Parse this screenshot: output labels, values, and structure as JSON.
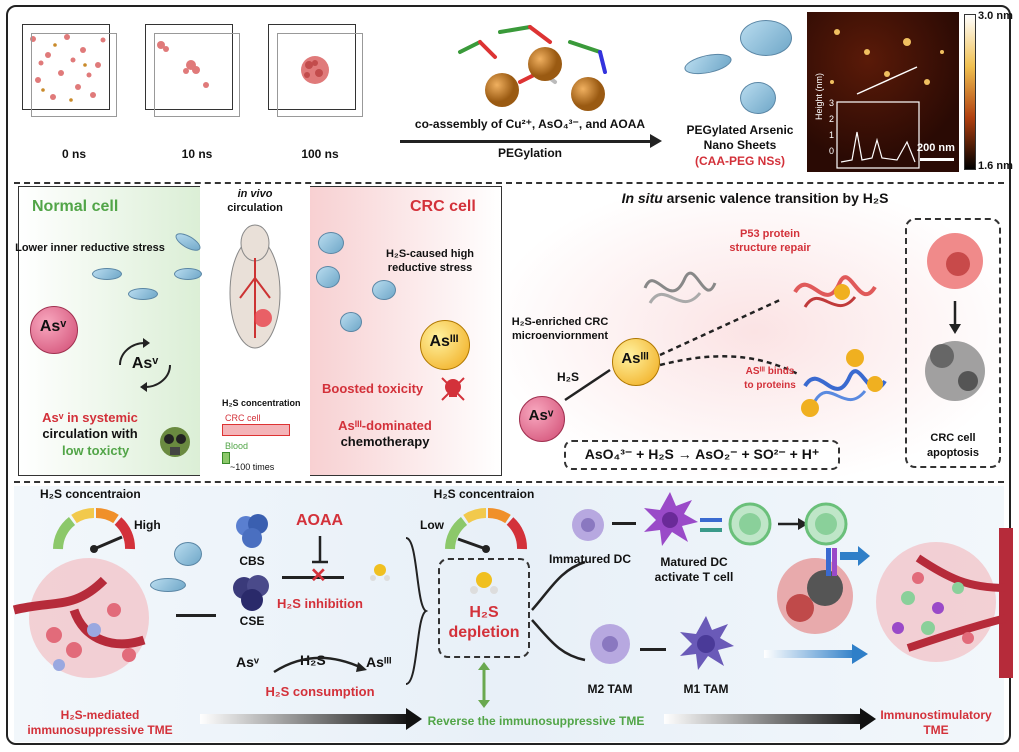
{
  "top": {
    "sim_labels": [
      "0 ns",
      "10 ns",
      "100 ns"
    ],
    "coassembly": "co-assembly of Cu²⁺, AsO₄³⁻, and AOAA",
    "pegylation": "PEGylation",
    "product_line1": "PEGylated Arsenic",
    "product_line2": "Nano Sheets",
    "product_abbr": "(CAA-PEG NSs)",
    "afm_scale_top": "3.0 nm",
    "afm_scale_bottom": "1.6 nm",
    "afm_bar": "200 nm",
    "afm_yaxis": "Height (nm)",
    "afm_ticks": [
      "3",
      "2",
      "1",
      "0"
    ]
  },
  "middle": {
    "normal_title": "Normal cell",
    "normal_stress": "Lower inner reductive stress",
    "asv": "Asᵛ",
    "asv_systemic_1": "Asᵛ in systemic",
    "asv_systemic_2": "circulation with",
    "low_toxicity": "low toxicty",
    "invivo_1": "in vivo",
    "invivo_2": "circulation",
    "h2s_conc": "H₂S concentration",
    "crc_bar": "CRC cell",
    "blood_bar": "Blood",
    "times": "~100 times",
    "crc_title": "CRC cell",
    "crc_stress_1": "H₂S-caused high",
    "crc_stress_2": "reductive stress",
    "asiii": "Asᴵᴵᴵ",
    "boosted": "Boosted toxicity",
    "chemo_1": "Asᴵᴵᴵ-dominated",
    "chemo_2": "chemotherapy",
    "insitu_title_italic": "In situ",
    "insitu_title_rest": " arsenic valence transition by H₂S",
    "h2s_env_1": "H₂S-enriched CRC",
    "h2s_env_2": "microenviornment",
    "h2s": "H₂S",
    "p53_1": "P53 protein",
    "p53_2": "structure repair",
    "asiii_binds_1": "ASᴵᴵᴵ binds",
    "asiii_binds_2": "to proteins",
    "equation": "AsO₄³⁻ + H₂S → AsO₂⁻ + SO²⁻ + H⁺",
    "apoptosis_1": "CRC cell",
    "apoptosis_2": "apoptosis",
    "as_small": "Asᴵᴵᴵ"
  },
  "bottom": {
    "h2s_conc_left": "H₂S concentraion",
    "high": "High",
    "cbs": "CBS",
    "cse": "CSE",
    "aoaa": "AOAA",
    "h2s_inhibition": "H₂S inhibition",
    "asv": "Asᵛ",
    "h2s": "H₂S",
    "asiii": "Asᴵᴵᴵ",
    "h2s_consumption": "H₂S consumption",
    "h2s_conc_mid": "H₂S concentraion",
    "low": "Low",
    "depletion_1": "H₂S",
    "depletion_2": "depletion",
    "immature_dc": "Immatured DC",
    "matured_dc_1": "Matured DC",
    "matured_dc_2": "activate T cell",
    "m2": "M2 TAM",
    "m1": "M1 TAM",
    "tme_left_1": "H₂S-mediated",
    "tme_left_2": "immunosuppressive TME",
    "reverse": "Reverse the immunosuppressive TME",
    "tme_right_1": "Immunostimulatory",
    "tme_right_2": "TME"
  }
}
